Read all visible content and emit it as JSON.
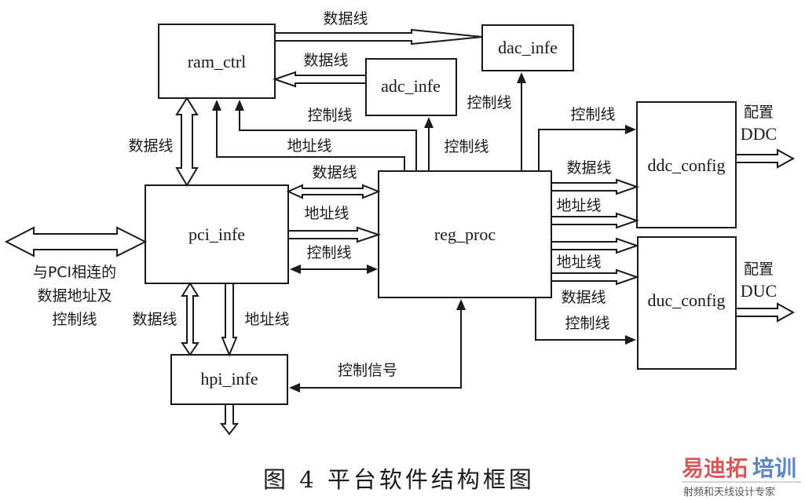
{
  "diagram": {
    "blocks": {
      "ram_ctrl": "ram_ctrl",
      "dac_infe": "dac_infe",
      "adc_infe": "adc_infe",
      "pci_infe": "pci_infe",
      "reg_proc": "reg_proc",
      "hpi_infe": "hpi_infe",
      "ddc_config": "ddc_config",
      "duc_config": "duc_config"
    },
    "labels": {
      "ram_to_dac_data": "数据线",
      "adc_to_ram_data": "数据线",
      "reg_to_ram_ctrl": "控制线",
      "reg_to_ram_addr": "地址线",
      "reg_to_adc_ctrl": "控制线",
      "reg_to_dac_ctrl": "控制线",
      "ram_pci_data": "数据线",
      "pci_reg_data": "数据线",
      "pci_reg_addr": "地址线",
      "pci_reg_ctrl": "控制线",
      "pci_hpi_data": "数据线",
      "pci_hpi_addr": "地址线",
      "reg_hpi_ctrl_signal": "控制信号",
      "reg_ddc_ctrl": "控制线",
      "reg_ddc_data": "数据线",
      "reg_ddc_addr": "地址线",
      "reg_duc_addr": "地址线",
      "reg_duc_data": "数据线",
      "reg_duc_ctrl": "控制线",
      "ddc_out_1": "配置",
      "ddc_out_2": "DDC",
      "duc_out_1": "配置",
      "duc_out_2": "DUC",
      "pci_ext_1": "与PCI相连的",
      "pci_ext_2": "数据地址及",
      "pci_ext_3": "控制线"
    },
    "caption": "图 4   平台软件结构框图"
  },
  "watermark": {
    "brand_a": "易迪拓",
    "brand_b": "培训",
    "slogan": "射频和天线设计专家",
    "color_a": "#d9585a",
    "color_b": "#5a86c4"
  }
}
